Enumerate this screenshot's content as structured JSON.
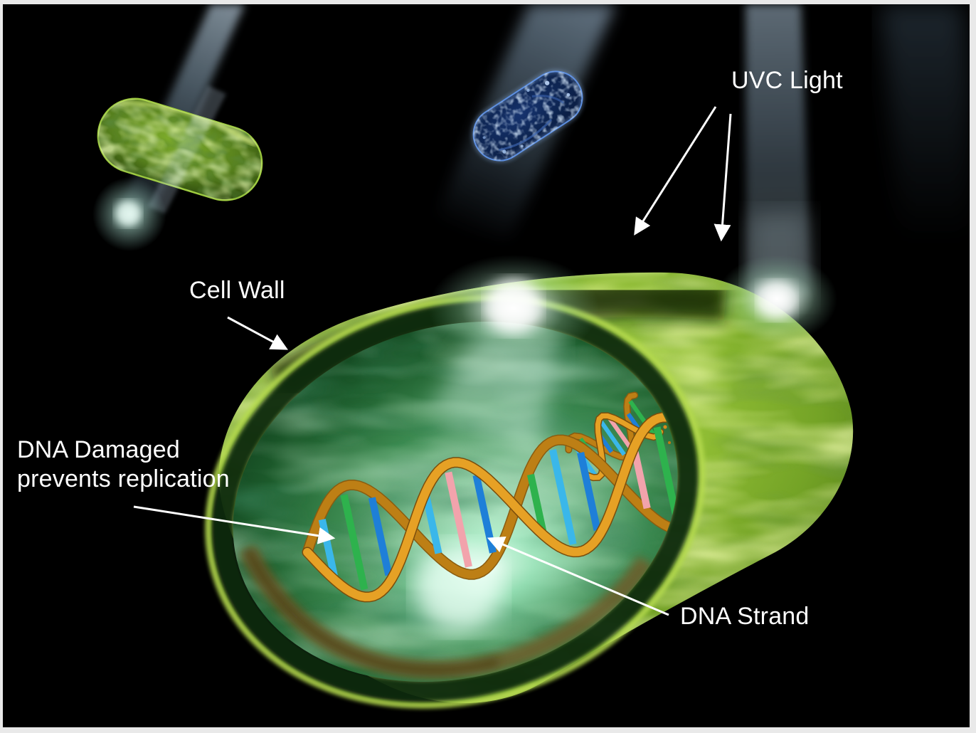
{
  "slide": {
    "background": "#000000",
    "frame_color": "#e9e9e9",
    "labels": {
      "uvc_light": "UVC Light",
      "cell_wall": "Cell Wall",
      "dna_damaged_line1": "DNA Damaged",
      "dna_damaged_line2": "prevents replication",
      "dna_strand": "DNA Strand"
    },
    "colors": {
      "label_text": "#ffffff",
      "arrow": "#ffffff",
      "uv_beam": "#a9c6e2",
      "cell_wall_green": "#8fbe33",
      "cell_wall_highlight": "#d7ef6f",
      "cell_wall_shadow": "#33550e",
      "cell_interior_green": "#1d5c2c",
      "interior_glow": "#eafff2",
      "cutaway_rim_dark": "#0d2a0c",
      "debris_brown": "#6f5d2b",
      "dna_ribbon": "#e6a125",
      "dna_rungs": [
        "#3ab7ea",
        "#2eb24d",
        "#1e7fd8",
        "#3ab7ea",
        "#f2a3ac",
        "#1e7fd8",
        "#2eb24d",
        "#3ab7ea",
        "#1e7fd8",
        "#f2a3ac",
        "#2eb24d",
        "#1e7fd8"
      ],
      "bacterium_small_green": "#5d8a20",
      "bacterium_small_rim": "#9ecb3e",
      "bacterium_blue_body": "#0d2450",
      "bacterium_blue_rim": "#4a7fd9"
    }
  }
}
